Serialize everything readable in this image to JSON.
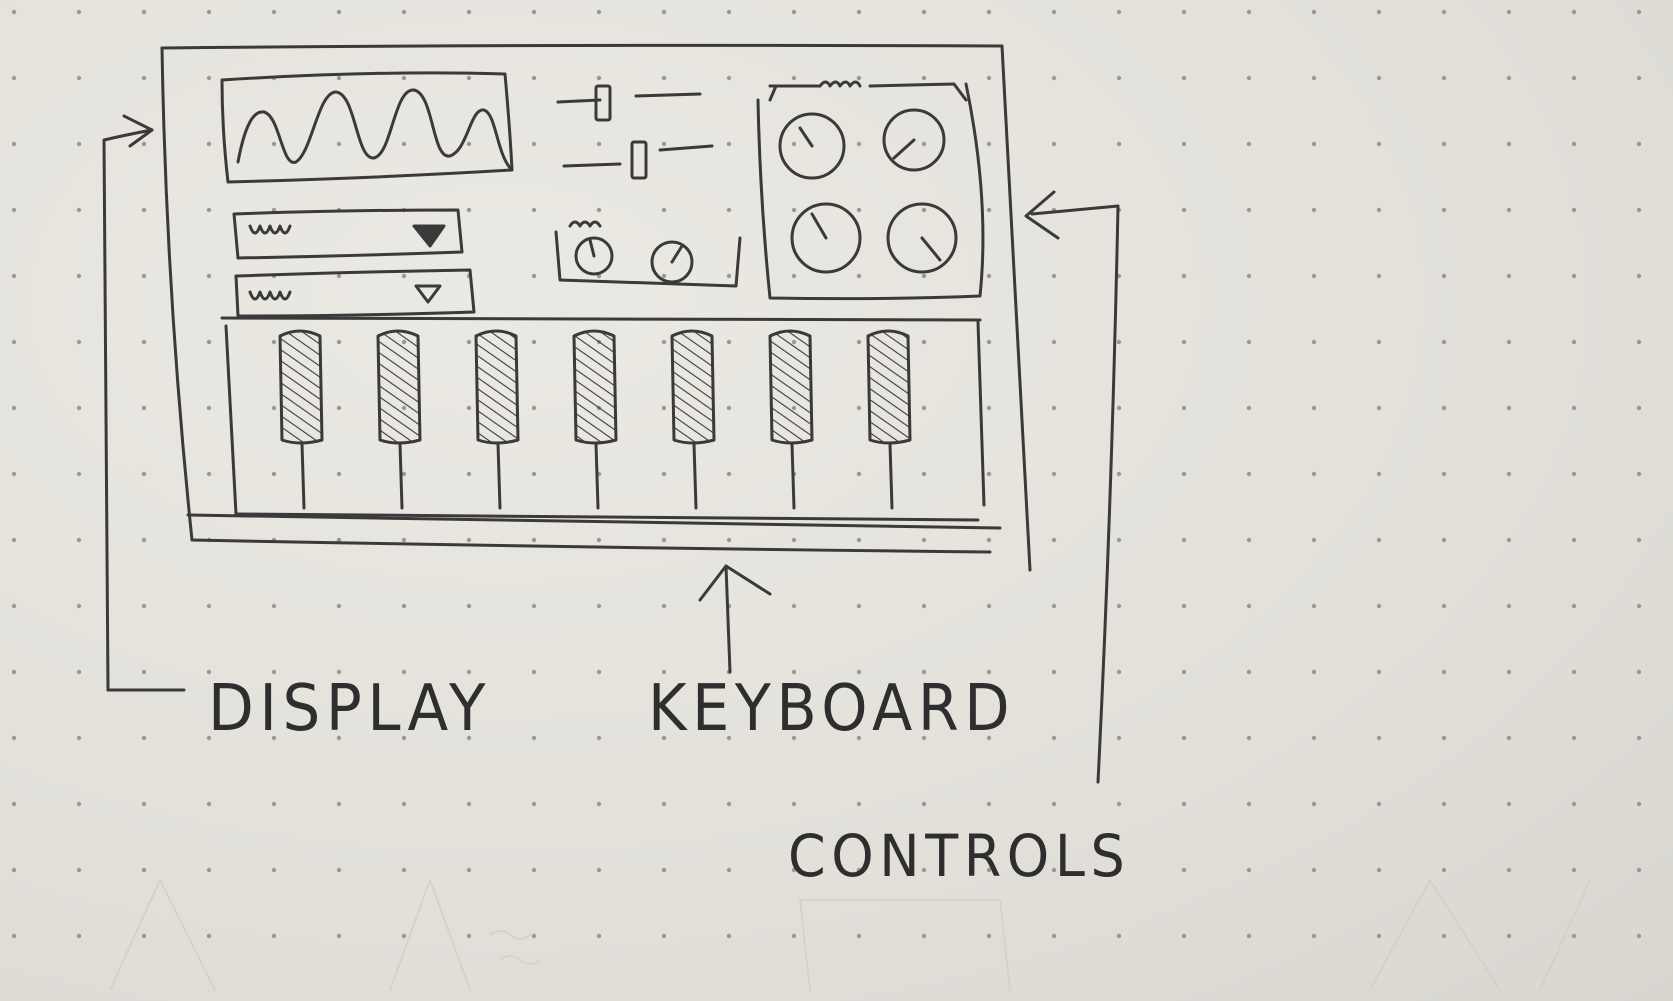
{
  "labels": {
    "display": "DISPLAY",
    "keyboard": "KEYBOARD",
    "controls": "CONTROLS"
  },
  "sketch": {
    "subject": "synthesizer UI wireframe",
    "dropdown_count": 2,
    "slider_count": 2,
    "small_knob_count": 2,
    "large_knob_count": 4,
    "black_key_count": 7,
    "ink_color": "#3a3a3a",
    "paper_color": "#e4e2db",
    "dot_grid_color": "#9a9890"
  }
}
